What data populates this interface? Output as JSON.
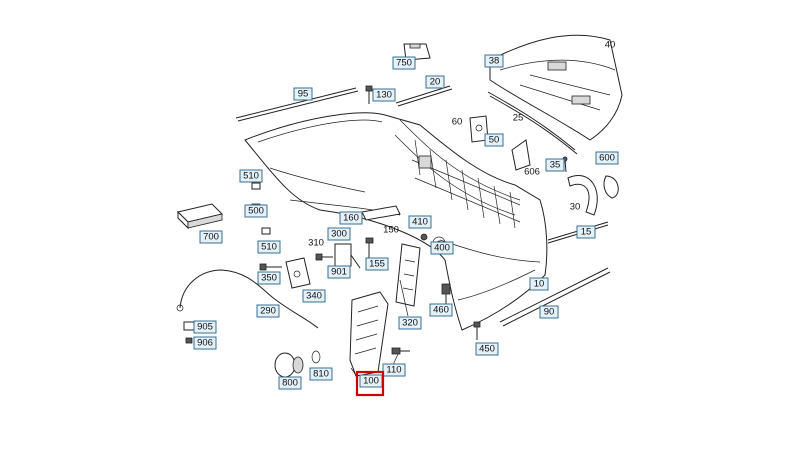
{
  "diagram": {
    "callouts": [
      {
        "id": "c750",
        "label": "750"
      },
      {
        "id": "c20",
        "label": "20"
      },
      {
        "id": "c38",
        "label": "38"
      },
      {
        "id": "c95",
        "label": "95"
      },
      {
        "id": "c130",
        "label": "130"
      },
      {
        "id": "c50",
        "label": "50"
      },
      {
        "id": "c35",
        "label": "35"
      },
      {
        "id": "c600",
        "label": "600"
      },
      {
        "id": "c510a",
        "label": "510"
      },
      {
        "id": "c500",
        "label": "500"
      },
      {
        "id": "c700",
        "label": "700"
      },
      {
        "id": "c160",
        "label": "160"
      },
      {
        "id": "c410",
        "label": "410"
      },
      {
        "id": "c300",
        "label": "300"
      },
      {
        "id": "c510b",
        "label": "510"
      },
      {
        "id": "c400",
        "label": "400"
      },
      {
        "id": "c15",
        "label": "15"
      },
      {
        "id": "c155",
        "label": "155"
      },
      {
        "id": "c901",
        "label": "901"
      },
      {
        "id": "c350",
        "label": "350"
      },
      {
        "id": "c10",
        "label": "10"
      },
      {
        "id": "c340",
        "label": "340"
      },
      {
        "id": "c460",
        "label": "460"
      },
      {
        "id": "c90",
        "label": "90"
      },
      {
        "id": "c290",
        "label": "290"
      },
      {
        "id": "c320",
        "label": "320"
      },
      {
        "id": "c905",
        "label": "905"
      },
      {
        "id": "c906",
        "label": "906"
      },
      {
        "id": "c450",
        "label": "450"
      },
      {
        "id": "c110",
        "label": "110"
      },
      {
        "id": "c800",
        "label": "800"
      },
      {
        "id": "c810",
        "label": "810"
      },
      {
        "id": "c100",
        "label": "100"
      }
    ],
    "plain_labels": [
      {
        "id": "t40",
        "label": "40"
      },
      {
        "id": "t60",
        "label": "60"
      },
      {
        "id": "t25",
        "label": "25"
      },
      {
        "id": "t606",
        "label": "606"
      },
      {
        "id": "t30",
        "label": "30"
      },
      {
        "id": "t150",
        "label": "150"
      },
      {
        "id": "t310",
        "label": "310"
      }
    ],
    "highlighted_callout": "100",
    "highlight_color": "#d10000",
    "callout_fill": "#e4f1f8",
    "callout_border": "#3a6f8f"
  }
}
